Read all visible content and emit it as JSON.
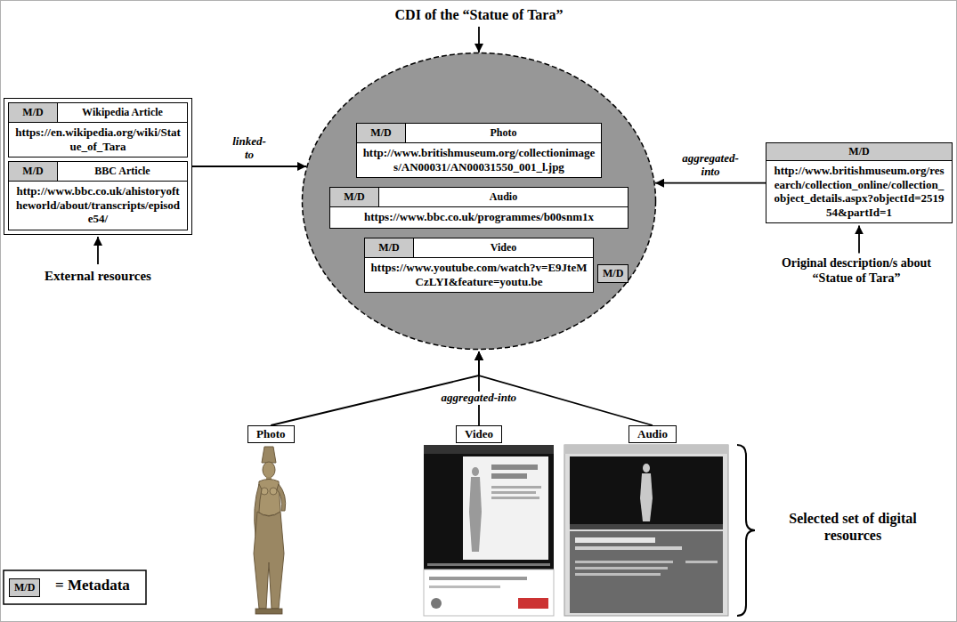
{
  "diagram": {
    "nodes": [
      {
        "text": [
          "CDI of the “Statue of Tara”"
        ]
      },
      {
        "text": [
          "Photo",
          "http://www.britishmuseum.org/collectionimages/AN00031/AN00031550_001_l.jpg"
        ],
        "in": 0
      },
      {
        "text": [
          "M/D"
        ],
        "in": 1
      },
      {
        "text": [
          "Audio",
          "https://www.bbc.co.uk/programmes/b00snm1x"
        ],
        "in": 0
      },
      {
        "text": [
          "M/D"
        ],
        "in": 3
      },
      {
        "text": [
          "Video",
          "https://www.youtube.com/watch?v=E9JteMCzLYI&feature=youtu.be"
        ],
        "in": 0
      },
      {
        "text": [
          "M/D"
        ],
        "in": 5
      },
      {
        "text": [
          "M/D"
        ],
        "in": 0
      },
      {
        "text": [
          "External resources"
        ]
      },
      {
        "text": [
          "Wikipedia Article",
          "https://en.wikipedia.org/wiki/Statue_of_Tara"
        ],
        "in": 8
      },
      {
        "text": [
          "M/D"
        ],
        "in": 9
      },
      {
        "text": [
          "BBC Article",
          "http://www.bbc.co.uk/ahistoryoftheworld/about/transcripts/episode54/"
        ],
        "in": 8
      },
      {
        "text": [
          "M/D"
        ],
        "in": 11
      },
      {
        "text": [
          "http://www.britishmuseum.org/research/collection_online/collection_object_details.aspx?objectId=251954&partId=1",
          "Original description/s about “Statue of Tara”"
        ]
      },
      {
        "text": [
          "M/D"
        ],
        "in": 13
      },
      {
        "text": [
          "Photo"
        ]
      },
      {
        "text": [
          "Video"
        ]
      },
      {
        "text": [
          "Audio"
        ]
      },
      {
        "text": [
          "M/D"
        ]
      }
    ],
    "edges": [
      {
        "from": 8,
        "to": 0,
        "arrow": "to",
        "label": "linked-to"
      },
      {
        "from": 13,
        "to": 0,
        "arrow": "to",
        "label": "aggregated-into"
      },
      {
        "from": 15,
        "to": 0,
        "arrow": "to"
      },
      {
        "from": 16,
        "to": 0,
        "arrow": "to",
        "label": "aggregated-into"
      },
      {
        "from": 17,
        "to": 0,
        "arrow": "to"
      }
    ],
    "labels": [
      "Selected set of digital resources"
    ],
    "legend": [
      {
        "text": "= Metadata"
      }
    ]
  }
}
